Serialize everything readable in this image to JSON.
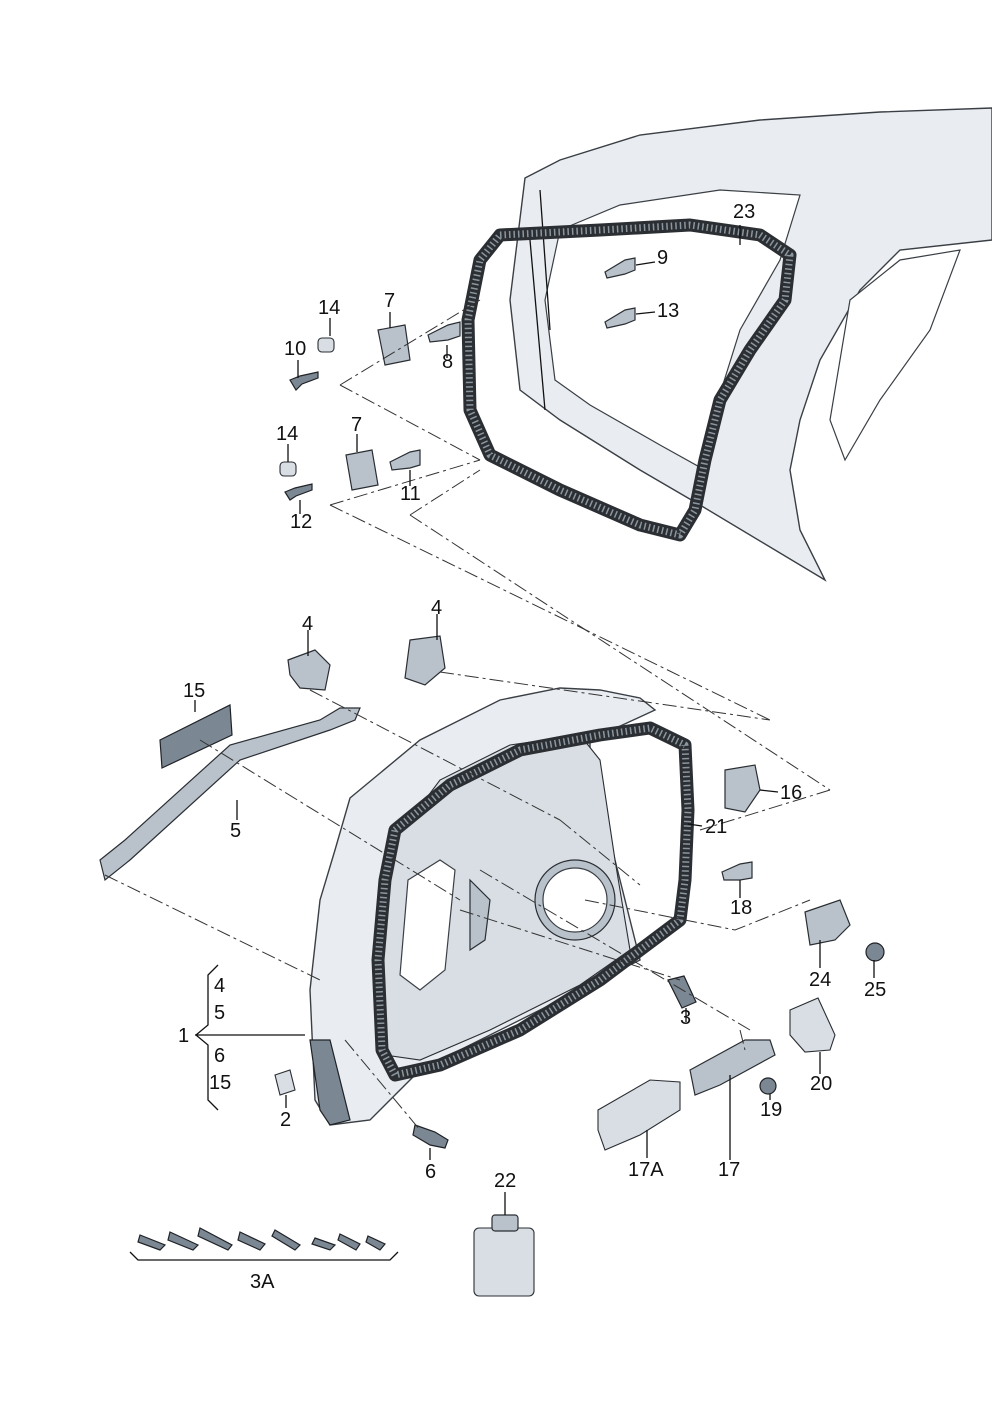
{
  "callouts": {
    "c23": "23",
    "c9": "9",
    "c13": "13",
    "c14a": "14",
    "c7a": "7",
    "c10": "10",
    "c8": "8",
    "c14b": "14",
    "c7b": "7",
    "c11": "11",
    "c12": "12",
    "c4a": "4",
    "c4b": "4",
    "c15a": "15",
    "c5a": "5",
    "c16": "16",
    "c21": "21",
    "c18": "18",
    "c24": "24",
    "c25": "25",
    "c3": "3",
    "c20": "20",
    "c19": "19",
    "c17": "17",
    "c17A": "17A",
    "c2": "2",
    "c6a": "6",
    "c22": "22",
    "c3A": "3A",
    "c1": "1",
    "g4": "4",
    "g5": "5",
    "g6": "6",
    "g15": "15"
  }
}
